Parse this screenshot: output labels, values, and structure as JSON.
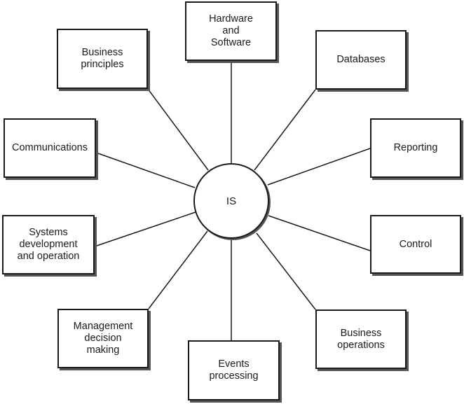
{
  "hub": {
    "label": "IS"
  },
  "nodes": {
    "hardware": "Hardware\nand\nSoftware",
    "business_principles": "Business\nprinciples",
    "databases": "Databases",
    "communications": "Communications",
    "reporting": "Reporting",
    "systems": "Systems\ndevelopment\nand operation",
    "control": "Control",
    "management": "Management\ndecision\nmaking",
    "business_operations": "Business\noperations",
    "events": "Events\nprocessing"
  },
  "colors": {
    "stroke": "#1a1a1a",
    "shadow": "#555555",
    "background": "#ffffff"
  }
}
